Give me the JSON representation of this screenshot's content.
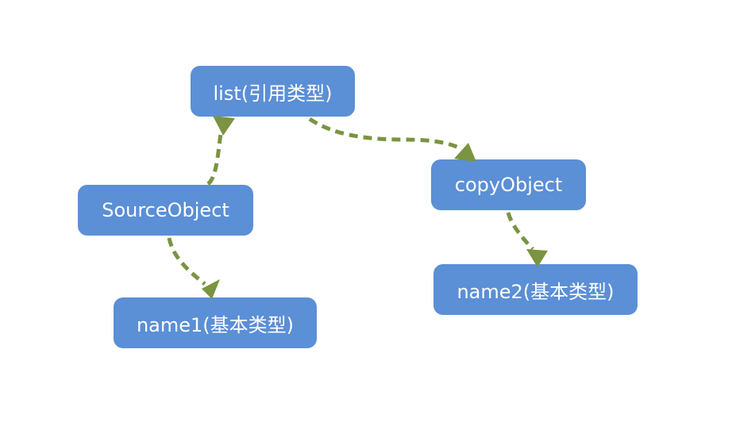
{
  "diagram": {
    "nodes": {
      "list": "list(引用类型)",
      "source_object": "SourceObject",
      "copy_object": "copyObject",
      "name1": "name1(基本类型)",
      "name2": "name2(基本类型)"
    },
    "edges": [
      {
        "from": "source_object",
        "to": "list",
        "style": "dashed"
      },
      {
        "from": "list",
        "to": "copy_object",
        "style": "dashed"
      },
      {
        "from": "source_object",
        "to": "name1",
        "style": "dashed"
      },
      {
        "from": "copy_object",
        "to": "name2",
        "style": "dashed"
      }
    ],
    "colors": {
      "node_fill": "#5b8fd6",
      "node_text": "#ffffff",
      "edge": "#7a9441",
      "background": "#ffffff"
    }
  }
}
